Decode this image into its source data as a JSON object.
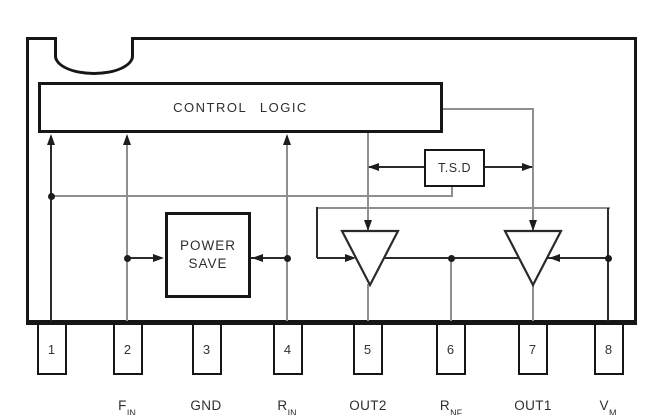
{
  "blocks": {
    "control_logic": "CONTROL LOGIC",
    "tsd": "T.S.D",
    "power_save_line1": "POWER",
    "power_save_line2": "SAVE"
  },
  "pins": [
    {
      "number": "1",
      "label": "",
      "sub": ""
    },
    {
      "number": "2",
      "label": "F",
      "sub": "IN"
    },
    {
      "number": "3",
      "label": "GND",
      "sub": ""
    },
    {
      "number": "4",
      "label": "R",
      "sub": "IN"
    },
    {
      "number": "5",
      "label": "OUT2",
      "sub": ""
    },
    {
      "number": "6",
      "label": "R",
      "sub": "NF"
    },
    {
      "number": "7",
      "label": "OUT1",
      "sub": ""
    },
    {
      "number": "8",
      "label": "V",
      "sub": "M"
    }
  ],
  "colors": {
    "line_dark": "#2b2b2b",
    "line_gray": "#8f8f8f",
    "outline": "#161616",
    "background": "#ffffff"
  }
}
